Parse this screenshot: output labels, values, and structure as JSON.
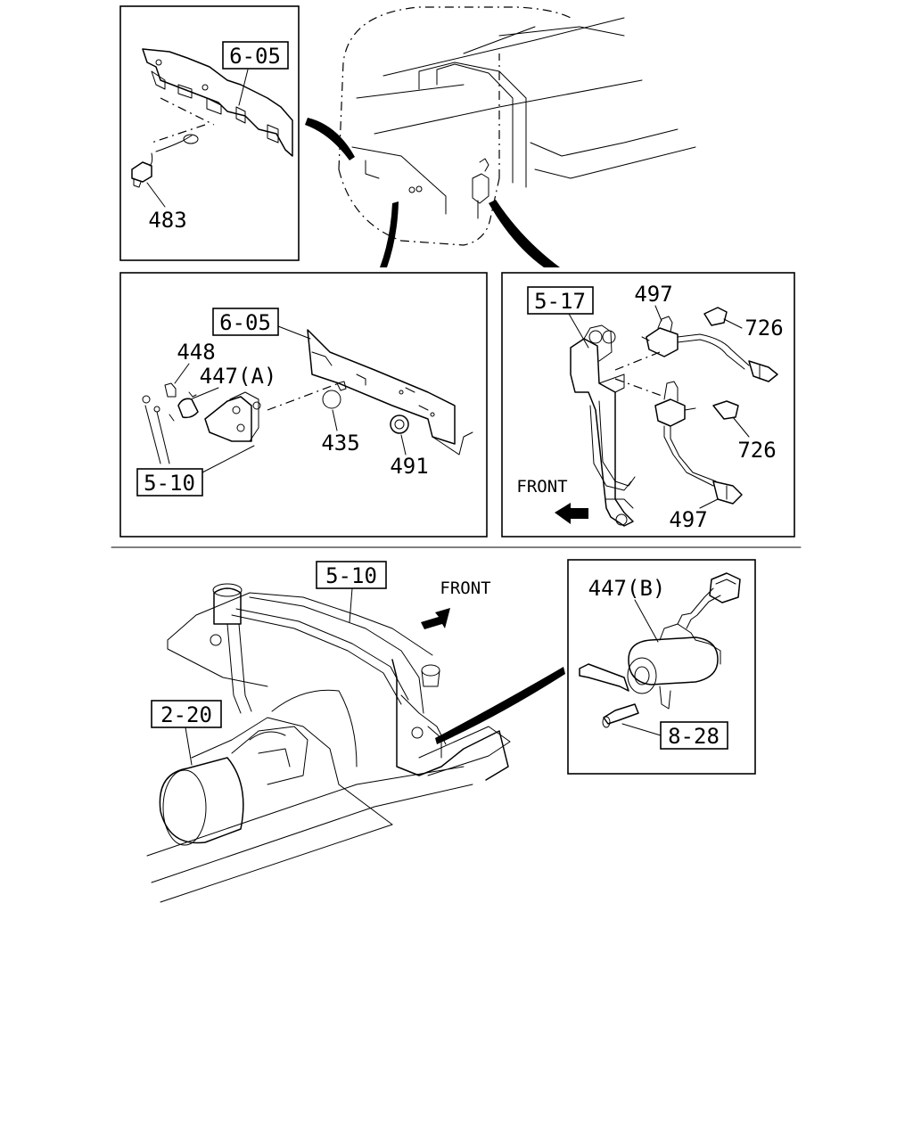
{
  "callouts": {
    "top_left_ref": "6-05",
    "top_left_part": "483",
    "mid_left_ref_a": "6-05",
    "mid_left_ref_b": "5-10",
    "mid_left_448": "448",
    "mid_left_447a": "447(A)",
    "mid_left_435": "435",
    "mid_left_491": "491",
    "mid_right_ref": "5-17",
    "mid_right_497_top": "497",
    "mid_right_726_top": "726",
    "mid_right_726_bottom": "726",
    "mid_right_497_bottom": "497",
    "mid_right_front": "FRONT",
    "bottom_ref_510": "5-10",
    "bottom_ref_220": "2-20",
    "bottom_front": "FRONT",
    "inset_447b": "447(B)",
    "inset_ref_828": "8-28"
  }
}
